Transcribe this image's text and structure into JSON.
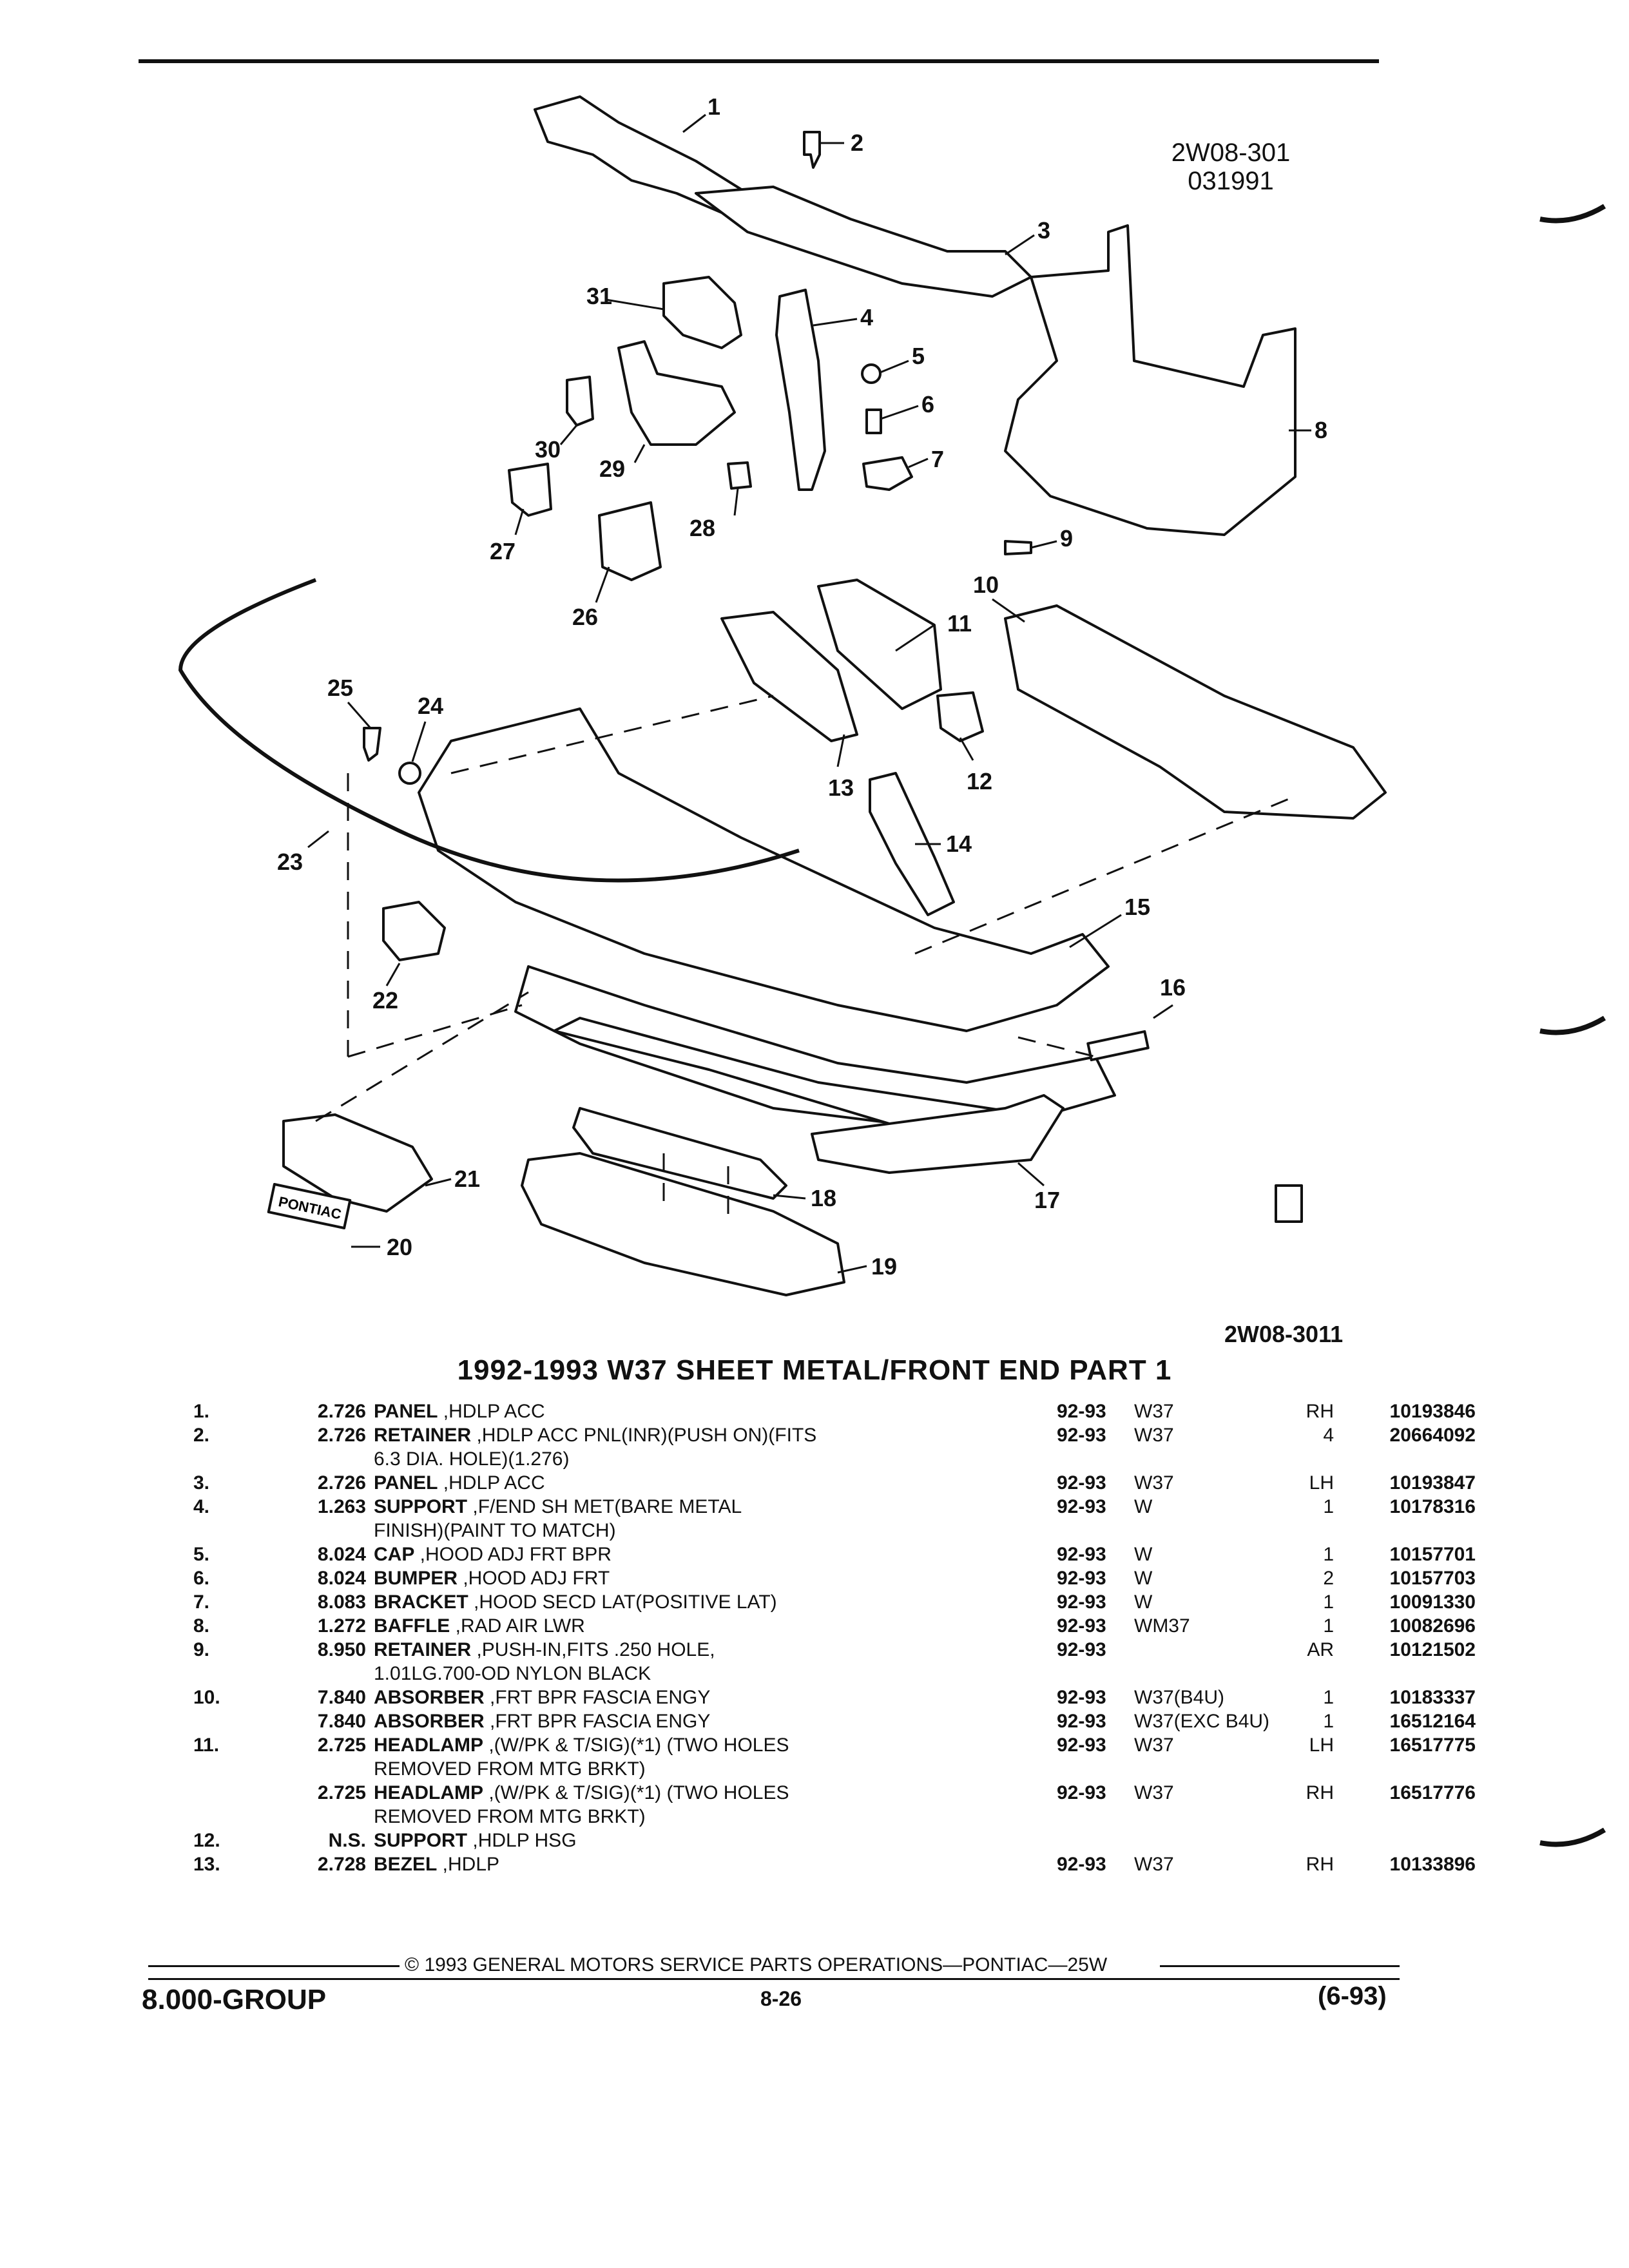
{
  "diagram": {
    "code_line1": "2W08-301",
    "code_line2": "031991",
    "sub_code": "2W08-3011",
    "brand_plate": "PONTIAC",
    "gmspo_icon": "gm-spo-logo-icon",
    "callouts": [
      "1",
      "2",
      "3",
      "4",
      "5",
      "6",
      "7",
      "8",
      "9",
      "10",
      "11",
      "12",
      "13",
      "14",
      "15",
      "16",
      "17",
      "18",
      "19",
      "20",
      "21",
      "22",
      "23",
      "24",
      "25",
      "26",
      "27",
      "28",
      "29",
      "30",
      "31"
    ]
  },
  "title": "1992-1993 W37 SHEET METAL/FRONT END PART 1",
  "parts": [
    {
      "num": "1.",
      "ref": "2.726",
      "name": "PANEL",
      "rest": " ,HDLP ACC",
      "cont": "",
      "years": "92-93",
      "model": "W37",
      "qty": "RH",
      "pn": "10193846"
    },
    {
      "num": "2.",
      "ref": "2.726",
      "name": "RETAINER",
      "rest": " ,HDLP ACC PNL(INR)(PUSH ON)(FITS",
      "cont": "6.3 DIA. HOLE)(1.276)",
      "years": "92-93",
      "model": "W37",
      "qty": "4",
      "pn": "20664092"
    },
    {
      "num": "3.",
      "ref": "2.726",
      "name": "PANEL",
      "rest": " ,HDLP ACC",
      "cont": "",
      "years": "92-93",
      "model": "W37",
      "qty": "LH",
      "pn": "10193847"
    },
    {
      "num": "4.",
      "ref": "1.263",
      "name": "SUPPORT",
      "rest": " ,F/END SH MET(BARE METAL",
      "cont": "FINISH)(PAINT TO MATCH)",
      "years": "92-93",
      "model": "W",
      "qty": "1",
      "pn": "10178316"
    },
    {
      "num": "5.",
      "ref": "8.024",
      "name": "CAP",
      "rest": " ,HOOD ADJ FRT BPR",
      "cont": "",
      "years": "92-93",
      "model": "W",
      "qty": "1",
      "pn": "10157701"
    },
    {
      "num": "6.",
      "ref": "8.024",
      "name": "BUMPER",
      "rest": " ,HOOD ADJ FRT",
      "cont": "",
      "years": "92-93",
      "model": "W",
      "qty": "2",
      "pn": "10157703"
    },
    {
      "num": "7.",
      "ref": "8.083",
      "name": "BRACKET",
      "rest": " ,HOOD SECD LAT(POSITIVE LAT)",
      "cont": "",
      "years": "92-93",
      "model": "W",
      "qty": "1",
      "pn": "10091330"
    },
    {
      "num": "8.",
      "ref": "1.272",
      "name": "BAFFLE",
      "rest": " ,RAD AIR LWR",
      "cont": "",
      "years": "92-93",
      "model": "WM37",
      "qty": "1",
      "pn": "10082696"
    },
    {
      "num": "9.",
      "ref": "8.950",
      "name": "RETAINER",
      "rest": " ,PUSH-IN,FITS .250 HOLE,",
      "cont": "1.01LG.700-OD NYLON BLACK",
      "years": "92-93",
      "model": "",
      "qty": "AR",
      "pn": "10121502"
    },
    {
      "num": "10.",
      "ref": "7.840",
      "name": "ABSORBER",
      "rest": " ,FRT BPR FASCIA ENGY",
      "cont": "",
      "years": "92-93",
      "model": "W37(B4U)",
      "qty": "1",
      "pn": "10183337"
    },
    {
      "num": "",
      "ref": "7.840",
      "name": "ABSORBER",
      "rest": " ,FRT BPR FASCIA ENGY",
      "cont": "",
      "years": "92-93",
      "model": "W37(EXC B4U)",
      "qty": "1",
      "pn": "16512164"
    },
    {
      "num": "11.",
      "ref": "2.725",
      "name": "HEADLAMP",
      "rest": " ,(W/PK & T/SIG)(*1) (TWO HOLES",
      "cont": "REMOVED FROM MTG BRKT)",
      "years": "92-93",
      "model": "W37",
      "qty": "LH",
      "pn": "16517775"
    },
    {
      "num": "",
      "ref": "2.725",
      "name": "HEADLAMP",
      "rest": " ,(W/PK & T/SIG)(*1) (TWO HOLES",
      "cont": "REMOVED FROM MTG BRKT)",
      "years": "92-93",
      "model": "W37",
      "qty": "RH",
      "pn": "16517776"
    },
    {
      "num": "12.",
      "ref": "N.S.",
      "name": "SUPPORT",
      "rest": " ,HDLP HSG",
      "cont": "",
      "years": "",
      "model": "",
      "qty": "",
      "pn": ""
    },
    {
      "num": "13.",
      "ref": "2.728",
      "name": "BEZEL",
      "rest": " ,HDLP",
      "cont": "",
      "years": "92-93",
      "model": "W37",
      "qty": "RH",
      "pn": "10133896"
    }
  ],
  "footer": {
    "copyright": "© 1993 GENERAL MOTORS SERVICE PARTS OPERATIONS—PONTIAC—25W",
    "group": "8.000-GROUP",
    "page": "8-26",
    "date": "(6-93)"
  }
}
